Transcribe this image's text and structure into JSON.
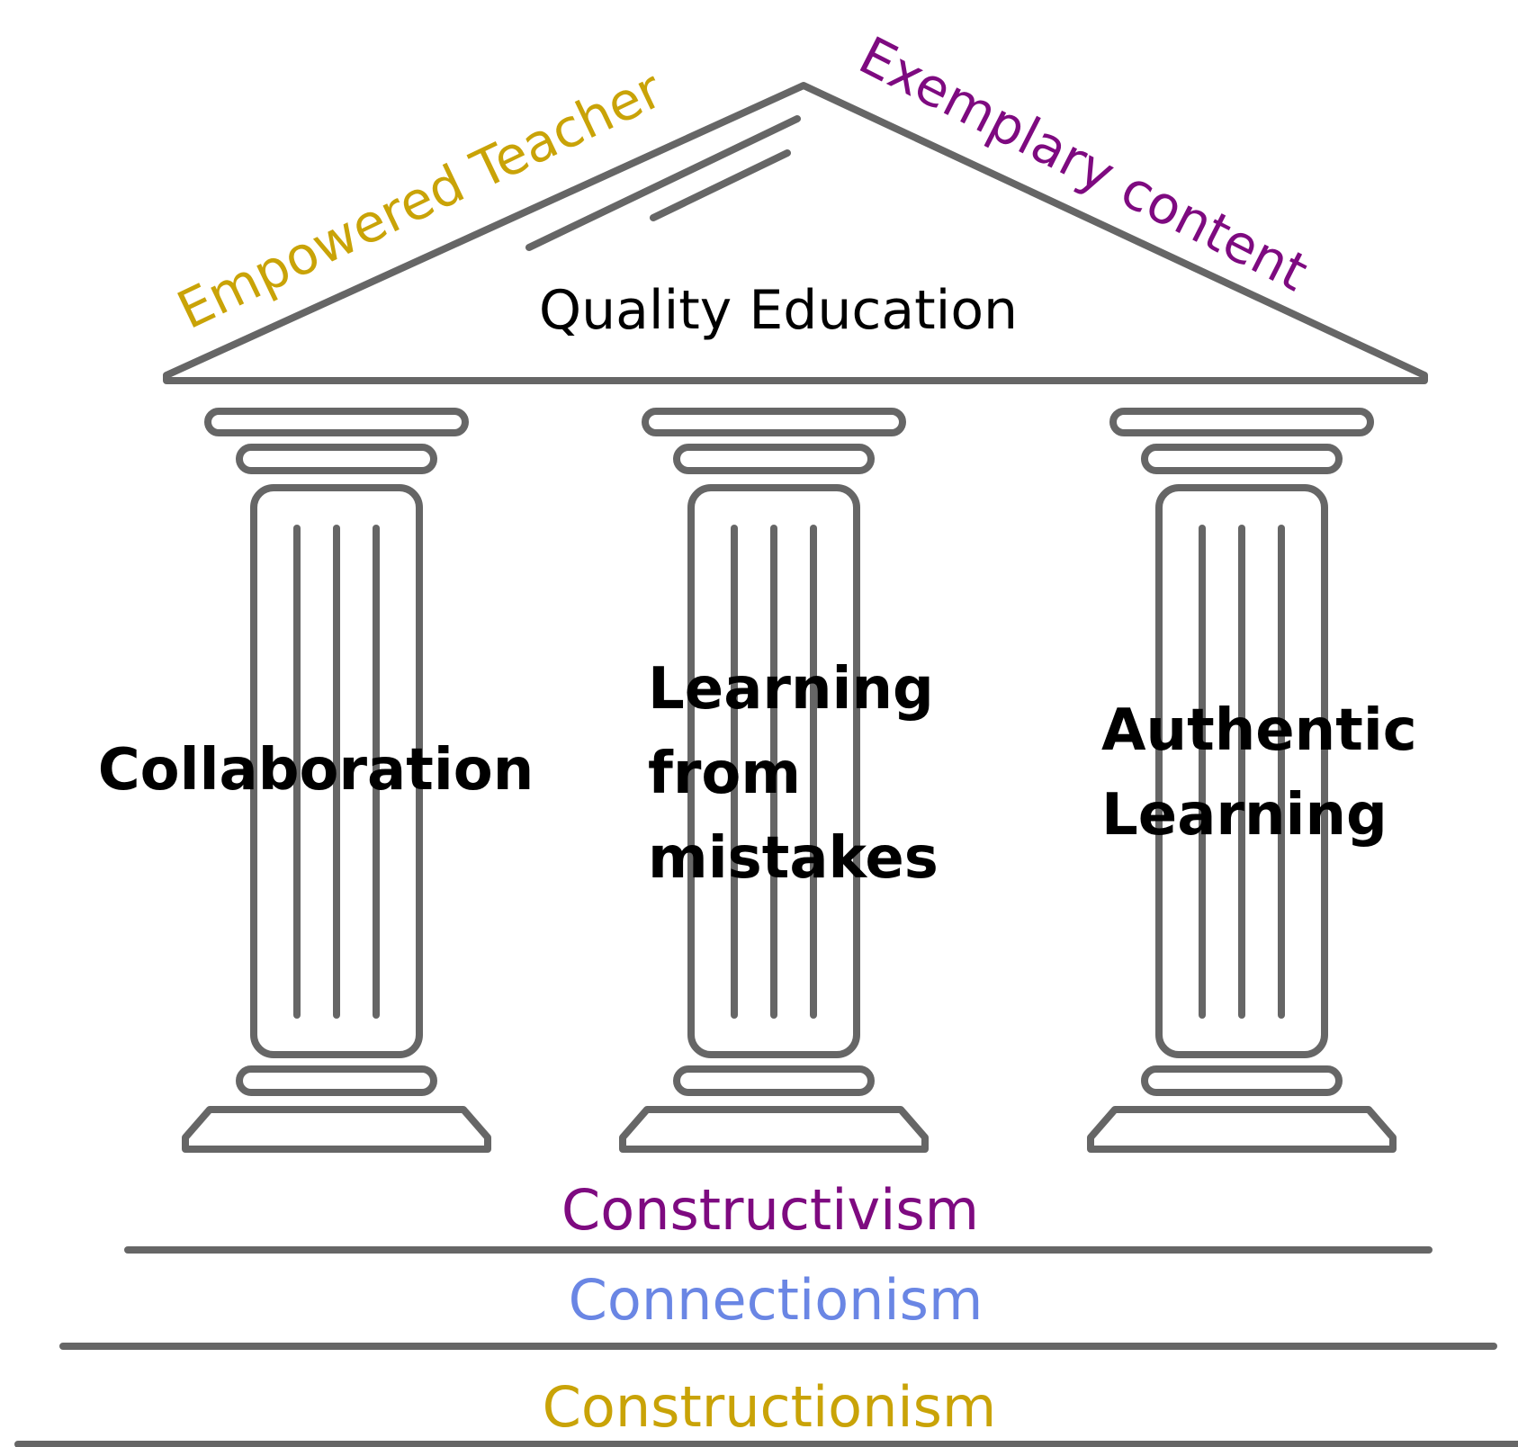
{
  "roof": {
    "title": "Quality Education",
    "left_label": "Empowered Teacher",
    "right_label": "Exemplary content"
  },
  "pillars": [
    {
      "lines": [
        "Collaboration"
      ]
    },
    {
      "lines": [
        "Learning",
        "from",
        "mistakes"
      ]
    },
    {
      "lines": [
        "Authentic",
        "Learning"
      ]
    }
  ],
  "foundations": [
    {
      "label": "Constructivism"
    },
    {
      "label": "Connectionism"
    },
    {
      "label": "Constructionism"
    }
  ],
  "colors": {
    "structure": "#666666",
    "empowered_teacher": "#C9A307",
    "exemplary_content": "#7E0A80",
    "constructivism": "#7E0A80",
    "connectionism": "#6A86E4",
    "constructionism": "#C9A307"
  }
}
